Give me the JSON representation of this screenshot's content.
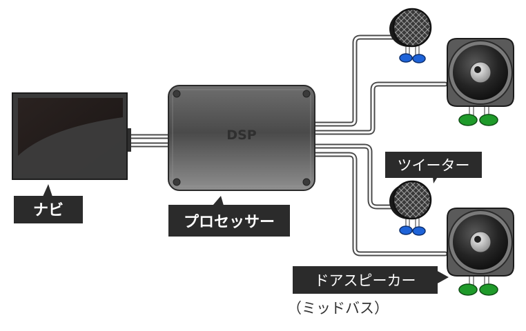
{
  "diagram": {
    "navi_label": "ナビ",
    "processor_label": "プロセッサー",
    "dsp_text": "DSP",
    "tweeter_label": "ツイーター",
    "door_speaker_label": "ドアスピーカー",
    "midbass_label": "（ミッドバス）"
  },
  "colors": {
    "label_bg": "#2b2b2b",
    "label_text": "#ffffff",
    "wire": "#4a4a4a",
    "tweeter_feet": "#1e63d8",
    "woofer_feet": "#1f9a2a"
  },
  "icons": {
    "navi": "car-navigation-monitor-icon",
    "processor": "dsp-processor-box-icon",
    "tweeter": "tweeter-speaker-icon",
    "woofer": "door-speaker-woofer-icon"
  }
}
